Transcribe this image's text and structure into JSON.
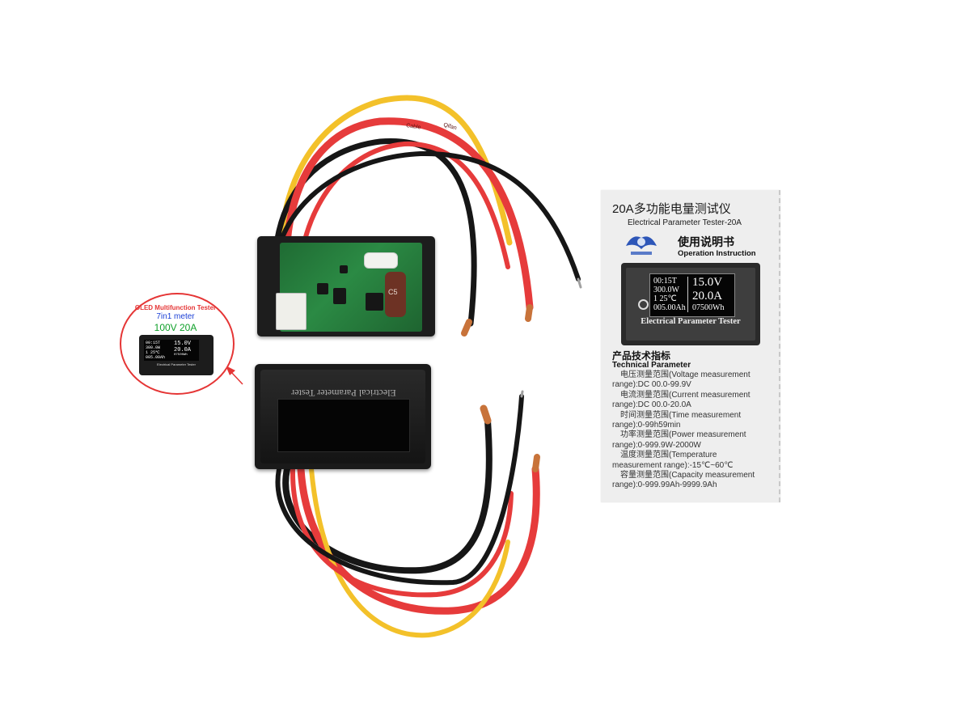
{
  "callout": {
    "line1": "OLED Multifunction Tester",
    "line2": "7in1 meter",
    "line3": "100V 20A",
    "mini_screen": [
      "00:15T",
      "300.0W",
      "1  25℃",
      "005.00Ah"
    ],
    "mini_big": [
      "15.0V",
      "20.0A"
    ],
    "mini_bottom": "07500Wh",
    "mini_label": "Electrical Parameter Tester"
  },
  "front_module": {
    "label": "Electrical Parameter Tester"
  },
  "pcb": {
    "cap_label": "C5"
  },
  "wires": {
    "print_1": "Qifan",
    "print_2": "Cable"
  },
  "manual": {
    "title": "20A多功能电量测试仪",
    "subtitle": "Electrical Parameter Tester-20A",
    "heading_cn": "使用说明书",
    "heading_en": "Operation Instruction",
    "screen": {
      "left": [
        "00:15T",
        "300.0W",
        "1   25℃",
        "005.00Ah"
      ],
      "right_big": [
        "15.0V",
        "20.0A"
      ],
      "right_small": "07500Wh"
    },
    "device_label": "Electrical Parameter Tester",
    "spec_heading_cn": "产品技术指标",
    "spec_heading_en": "Technical Parameter",
    "specs": [
      "电压测量范围(Voltage measurement",
      "range):DC 00.0-99.9V",
      "电流测量范围(Current measurement",
      "range):DC 00.0-20.0A",
      "时间测量范围(Time measurement",
      "range):0-99h59min",
      "功率测量范围(Power measurement",
      "range):0-999.9W-2000W",
      "温度测量范围(Temperature",
      "measurement range):-15℃~60℃",
      "容量测量范围(Capacity measurement",
      "range):0-999.99Ah-9999.9Ah"
    ]
  },
  "colors": {
    "callout_border": "#e53535",
    "line1": "#e53535",
    "line2": "#1a3fd6",
    "line3": "#10a02a",
    "wire_red": "#e63b3b",
    "wire_yellow": "#f3c12a",
    "wire_black": "#161616",
    "pcb_green": "#2b8a44"
  }
}
